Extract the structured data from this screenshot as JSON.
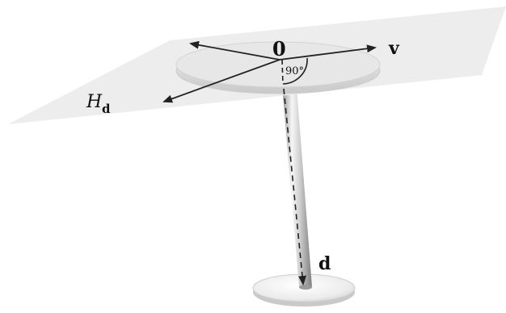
{
  "labels": {
    "origin": "0",
    "vector_v": "v",
    "vector_d": "d",
    "plane_symbol": "H",
    "plane_subscript": "d",
    "angle": "90°"
  },
  "colors": {
    "plane": "#ececec",
    "disk_top": "#e6e6e6",
    "disk_rim": "#d2d2d2",
    "arrow": "#222222",
    "shaft_light": "#f4f4f4",
    "shaft_dark": "#8e8e8e"
  }
}
